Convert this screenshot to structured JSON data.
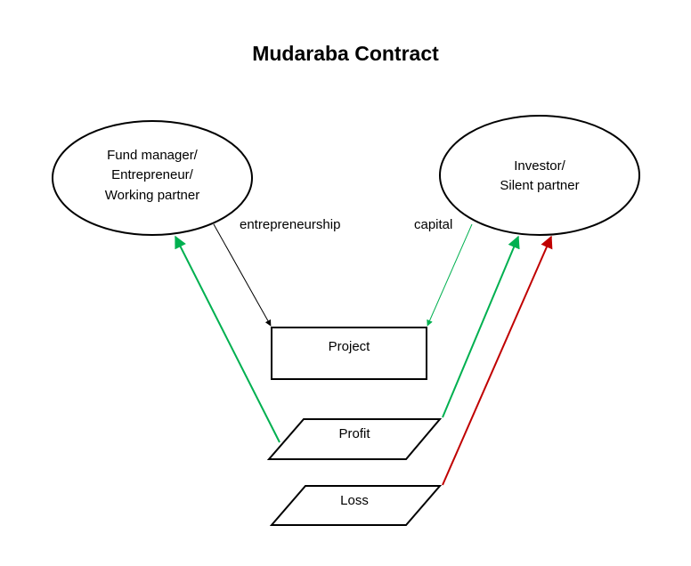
{
  "title": "Mudaraba Contract",
  "nodes": {
    "fund_manager": {
      "lines": [
        "Fund manager/",
        "Entrepreneur/",
        "Working partner"
      ]
    },
    "investor": {
      "lines": [
        "Investor/",
        "Silent partner"
      ]
    },
    "project": {
      "label": "Project"
    },
    "profit": {
      "label": "Profit"
    },
    "loss": {
      "label": "Loss"
    }
  },
  "edges": {
    "entrepreneurship": {
      "label": "entrepreneurship",
      "color": "#000000"
    },
    "capital": {
      "label": "capital",
      "color": "#00b050"
    },
    "profit_to_manager": {
      "color": "#00b050"
    },
    "profit_to_investor": {
      "color": "#00b050"
    },
    "loss_to_investor": {
      "color": "#c00000"
    }
  }
}
